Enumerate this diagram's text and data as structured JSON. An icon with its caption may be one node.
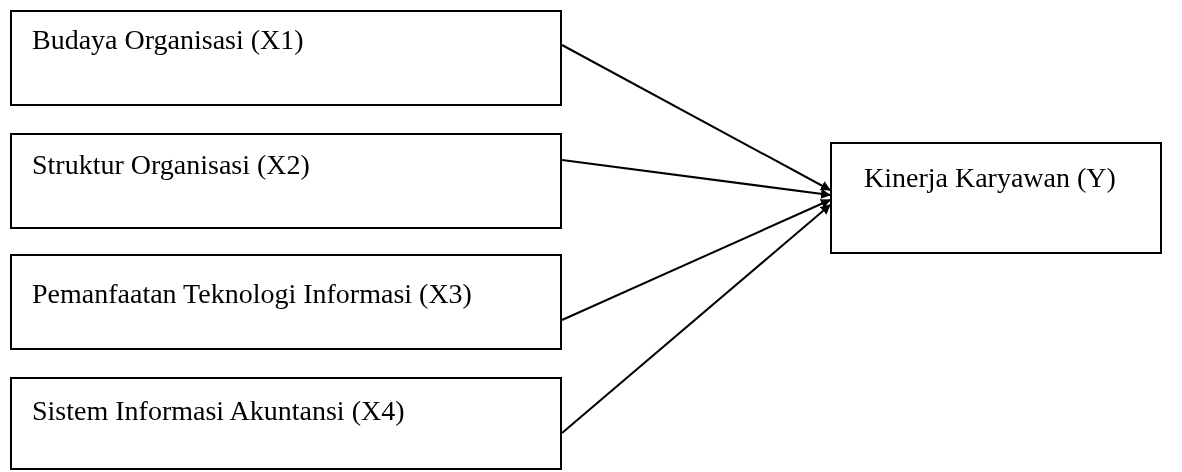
{
  "diagram": {
    "nodes": [
      {
        "text": [
          "Budaya Organisasi (X1)"
        ]
      },
      {
        "text": [
          "Struktur Organisasi  (X2)"
        ]
      },
      {
        "text": [
          "Pemanfaatan Teknologi Informasi (X3)"
        ]
      },
      {
        "text": [
          "Sistem Informasi Akuntansi (X4)"
        ]
      },
      {
        "text": [
          "Kinerja Karyawan (Y)"
        ]
      }
    ],
    "edges": [
      {
        "from": 0,
        "to": 4,
        "arrow": "to"
      },
      {
        "from": 1,
        "to": 4,
        "arrow": "to"
      },
      {
        "from": 2,
        "to": 4,
        "arrow": "to"
      },
      {
        "from": 3,
        "to": 4,
        "arrow": "to"
      }
    ]
  }
}
